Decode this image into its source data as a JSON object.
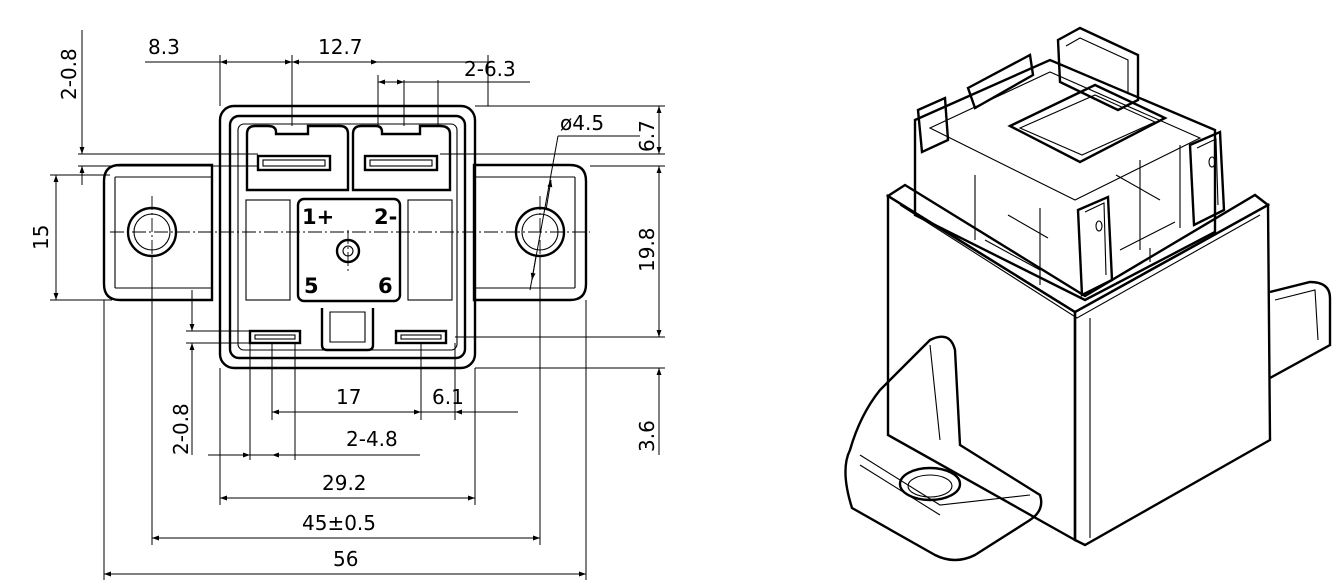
{
  "front_view": {
    "dimensions": {
      "d_2_08_top": "2-0.8",
      "d_83": "8.3",
      "d_127": "12.7",
      "d_2_63": "2-6.3",
      "d_phi45": "ø4.5",
      "d_67": "6.7",
      "d_15": "15",
      "d_198": "19.8",
      "d_2_08_bottom": "2-0.8",
      "d_17": "17",
      "d_61": "6.1",
      "d_2_48": "2-4.8",
      "d_36": "3.6",
      "d_292": "29.2",
      "d_45": "45±0.5",
      "d_56": "56"
    },
    "pins": {
      "pin1": "1+",
      "pin2": "2-",
      "pin5": "5",
      "pin6": "6"
    }
  },
  "iso_view": {}
}
